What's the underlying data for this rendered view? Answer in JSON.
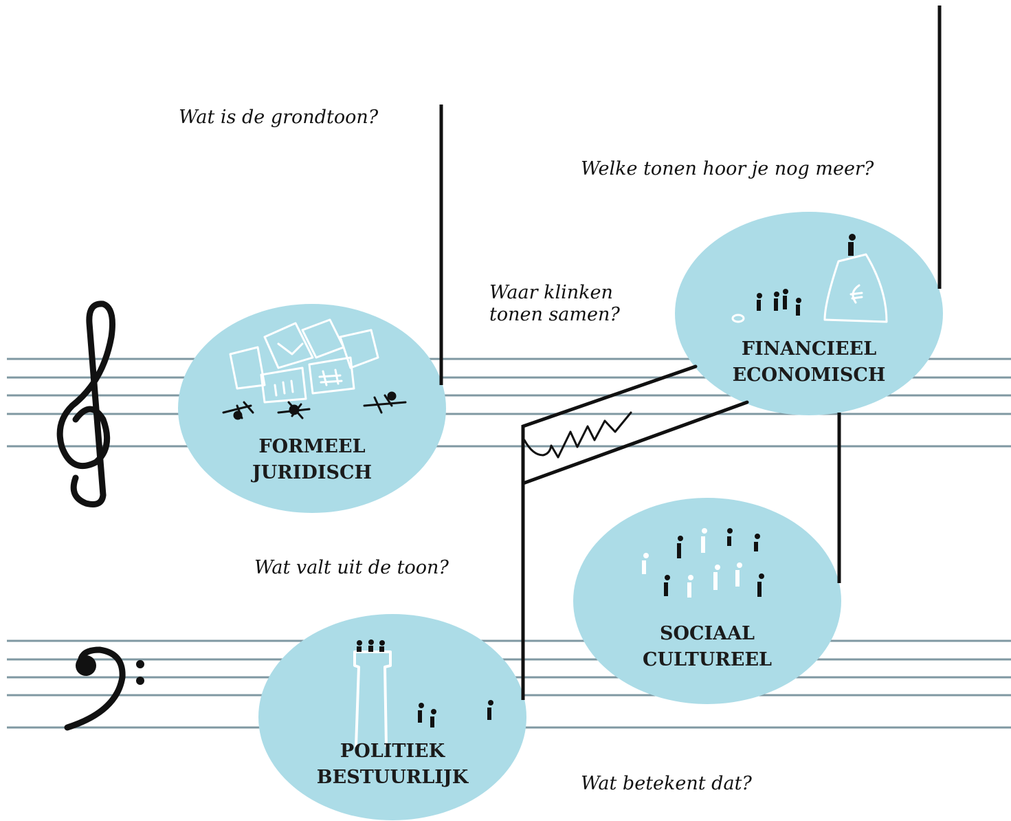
{
  "colors": {
    "background": "#ffffff",
    "staff_line": "#7f98a2",
    "bubble_fill": "#acdce7",
    "ink": "#111111"
  },
  "questions": {
    "q1": "Wat is de grondtoon?",
    "q2": "Welke tonen hoor je nog meer?",
    "q3_line1": "Waar klinken",
    "q3_line2": "tonen samen?",
    "q4": "Wat valt uit de toon?",
    "q5": "Wat betekent dat?"
  },
  "bubbles": {
    "formeel": {
      "line1": "FORMEEL",
      "line2": "JURIDISCH",
      "illustration": "documents-and-swimmers-icon"
    },
    "financieel": {
      "line1": "FINANCIEEL",
      "line2": "ECONOMISCH",
      "illustration": "money-bag-euro-icon"
    },
    "sociaal": {
      "line1": "SOCIAAL",
      "line2": "CULTUREEL",
      "illustration": "crowd-icon"
    },
    "politiek": {
      "line1": "POLITIEK",
      "line2": "BESTUURLIJK",
      "illustration": "tower-with-people-icon"
    }
  },
  "clefs": [
    "treble-clef-icon",
    "bass-clef-icon"
  ]
}
